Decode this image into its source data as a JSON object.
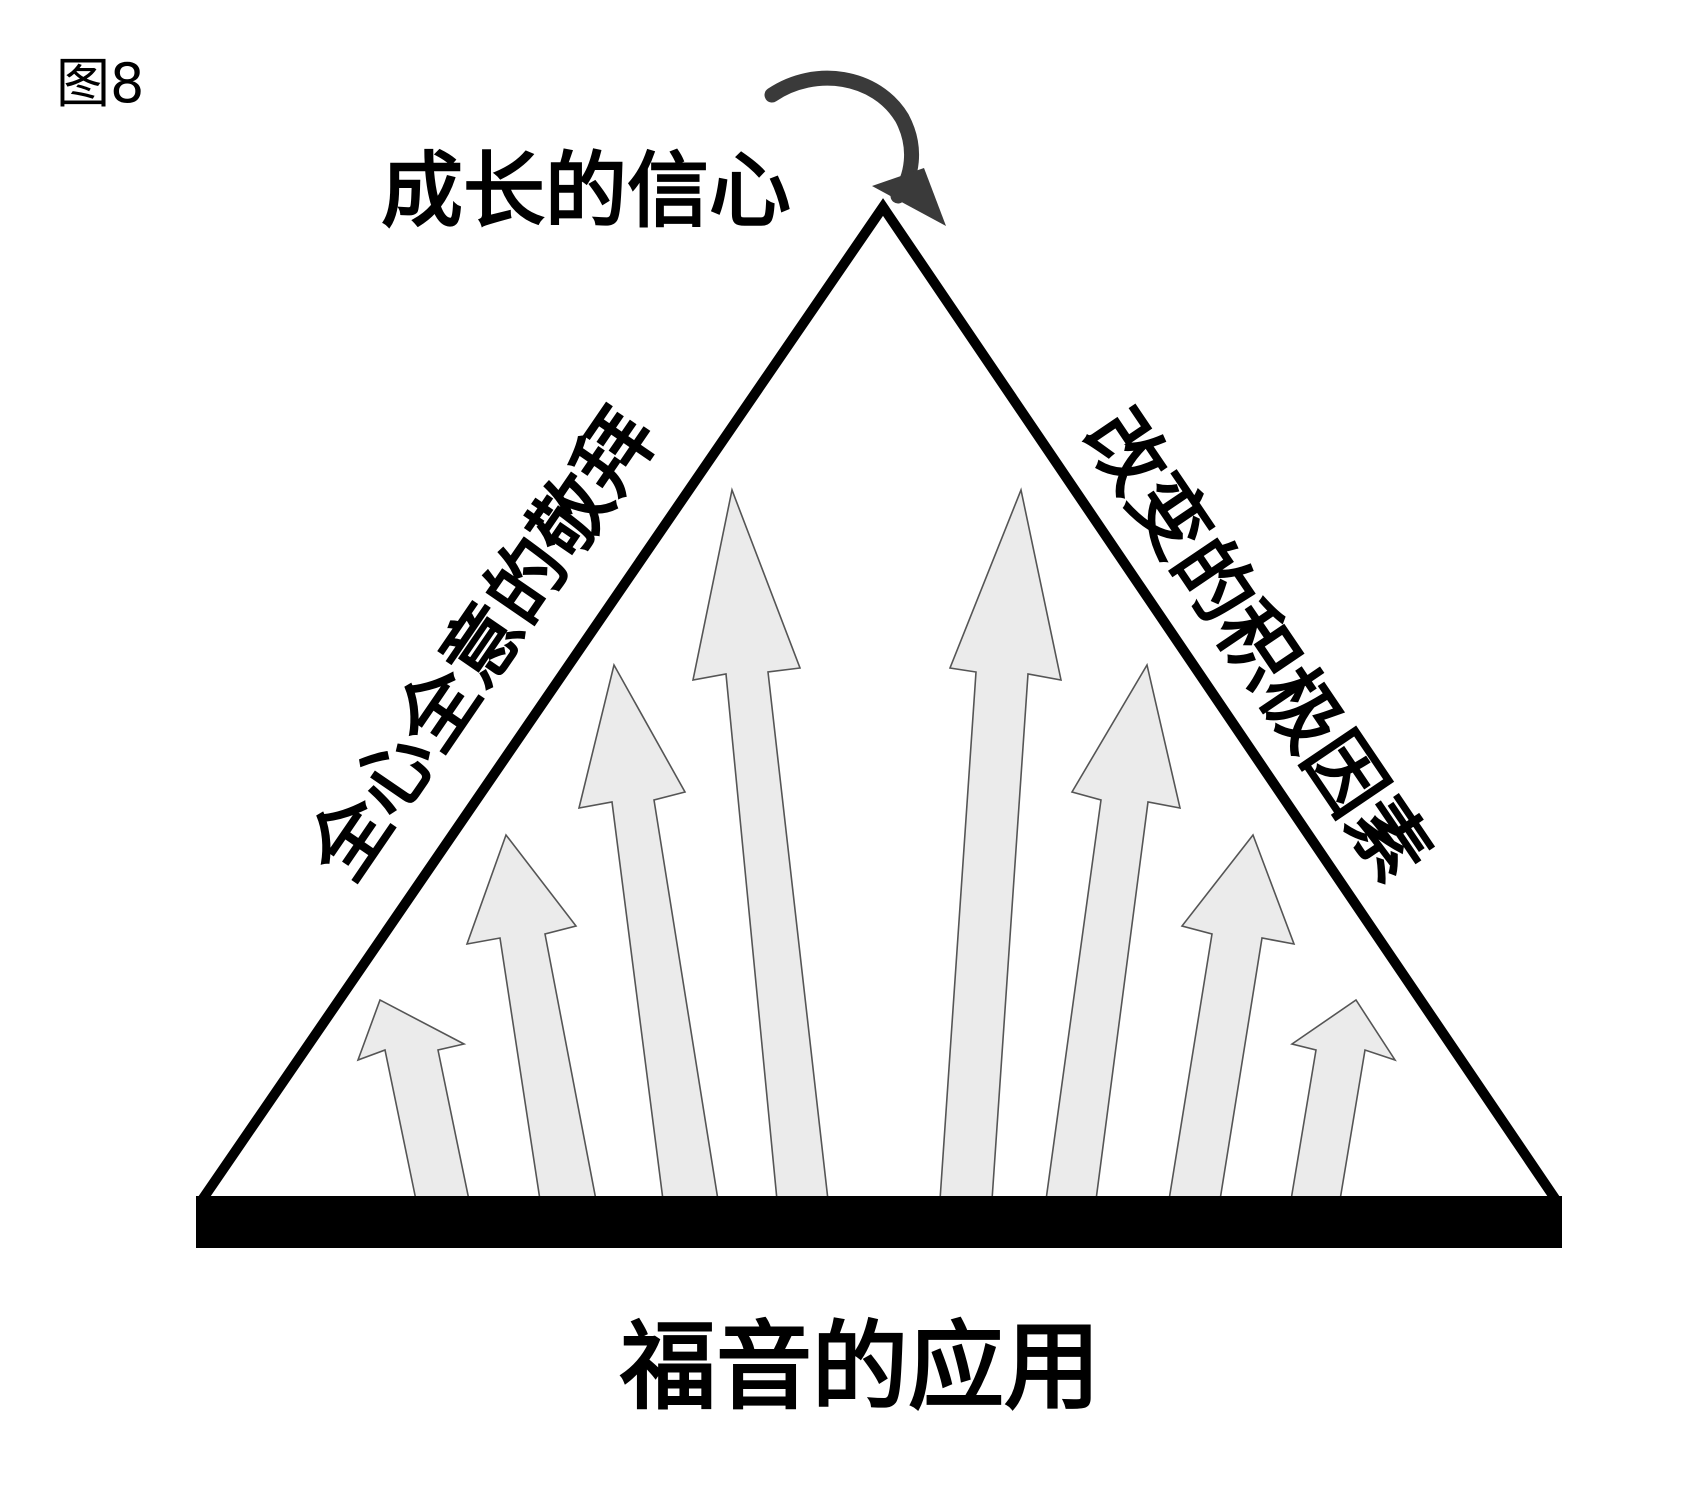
{
  "figure_label": "图8",
  "labels": {
    "top": "成长的信心",
    "left_side": "全心全意的敬拜",
    "right_side": "改变的积极因素",
    "base": "福音的应用"
  },
  "colors": {
    "outline": "#000000",
    "arrow_fill": "#ebebeb",
    "arrow_stroke": "#555555",
    "background": "#ffffff"
  },
  "icons": {
    "cycle_arrow": "curved-arrow-icon"
  },
  "arrows": {
    "count": 8,
    "direction": "up"
  }
}
